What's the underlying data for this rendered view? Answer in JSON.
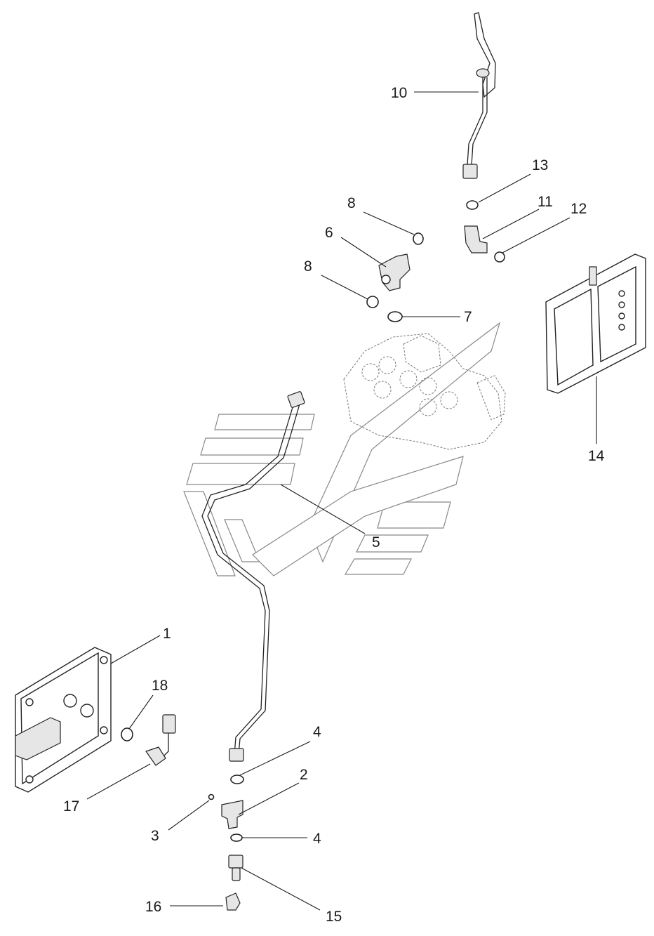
{
  "callouts": [
    {
      "id": "1",
      "label": "1"
    },
    {
      "id": "2",
      "label": "2"
    },
    {
      "id": "3",
      "label": "3"
    },
    {
      "id": "4a",
      "label": "4"
    },
    {
      "id": "4b",
      "label": "4"
    },
    {
      "id": "5",
      "label": "5"
    },
    {
      "id": "6",
      "label": "6"
    },
    {
      "id": "7",
      "label": "7"
    },
    {
      "id": "8a",
      "label": "8"
    },
    {
      "id": "8b",
      "label": "8"
    },
    {
      "id": "10",
      "label": "10"
    },
    {
      "id": "11",
      "label": "11"
    },
    {
      "id": "12",
      "label": "12"
    },
    {
      "id": "13",
      "label": "13"
    },
    {
      "id": "14",
      "label": "14"
    },
    {
      "id": "15",
      "label": "15"
    },
    {
      "id": "16",
      "label": "16"
    },
    {
      "id": "17",
      "label": "17"
    },
    {
      "id": "18",
      "label": "18"
    }
  ]
}
